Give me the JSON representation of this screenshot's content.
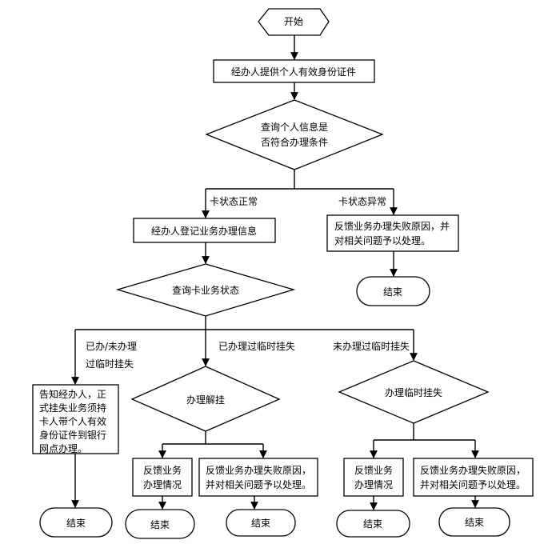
{
  "nodes": {
    "start": "开始",
    "provide_id": "经办人提供个人有效身份证件",
    "check_personal": [
      "查询个人信息是",
      "否符合办理条件"
    ],
    "register_info": "经办人登记业务办理信息",
    "query_card": "查询卡业务状态",
    "feedback_abnormal": [
      "反馈业务办理失败原因，并",
      "对相关问题予以处理。"
    ],
    "end_abnormal": "结束",
    "inform_agent": [
      "告知经办人，正",
      "式挂失业务须持",
      "卡人带个人有效",
      "身份证件到银行",
      "网点办理。"
    ],
    "end_left": "结束",
    "handle_unhang": "办理解挂",
    "feedback_unhang": [
      "反馈业务",
      "办理情况"
    ],
    "fail_unhang": [
      "反馈业务办理失败原因，",
      "并对相关问题予以处理。"
    ],
    "end_unhang_1": "结束",
    "end_unhang_2": "结束",
    "handle_temp": "办理临时挂失",
    "feedback_temp": [
      "反馈业务",
      "办理情况"
    ],
    "fail_temp": [
      "反馈业务办理失败原因，",
      "并对相关问题予以处理。"
    ],
    "end_temp_1": "结束",
    "end_temp_2": "结束"
  },
  "labels": {
    "card_normal": "卡状态正常",
    "card_abnormal": "卡状态异常",
    "done_or_not": [
      "已办/未办理",
      "过临时挂失"
    ],
    "done_temp": "已办理过临时挂失",
    "not_done_temp": "未办理过临时挂失"
  }
}
